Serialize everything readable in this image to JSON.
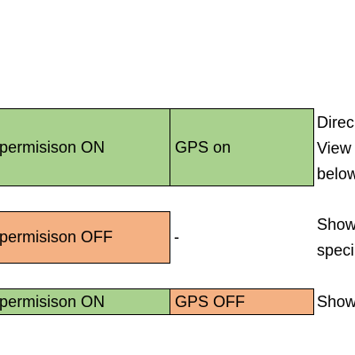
{
  "colors": {
    "on": "#a9d18e",
    "off": "#f4b183"
  },
  "rows": [
    {
      "permission_cell": "permisison ON",
      "gps_cell": "GPS on",
      "result_lines": [
        "Direc",
        "View",
        "below"
      ]
    },
    {
      "permission_cell": "permisison OFF",
      "gps_cell": "-",
      "result_lines": [
        "Show",
        "speci"
      ]
    },
    {
      "permission_cell": "permisison ON",
      "gps_cell": "GPS OFF",
      "result_lines": [
        "Show"
      ]
    }
  ]
}
